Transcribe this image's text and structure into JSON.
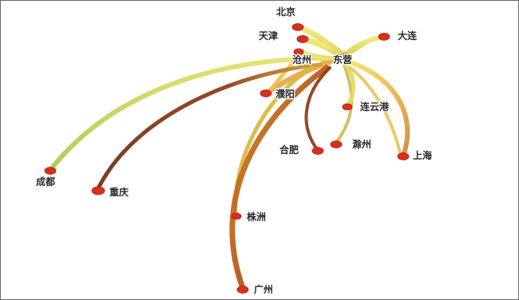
{
  "colors": {
    "node": "#d8301c",
    "flow_dark": "#8a2e12",
    "flow_mid": "#c86a18",
    "flow_light": "#e9e36a",
    "flow_green": "#a9c94a"
  },
  "cities": [
    {
      "id": "beijing",
      "label": "北京"
    },
    {
      "id": "tianjin",
      "label": "天津"
    },
    {
      "id": "dalian",
      "label": "大连"
    },
    {
      "id": "cangzhou",
      "label": "沧州"
    },
    {
      "id": "dongying",
      "label": "东营"
    },
    {
      "id": "puyang",
      "label": "濮阳"
    },
    {
      "id": "lianyungang",
      "label": "连云港"
    },
    {
      "id": "hefei",
      "label": "合肥"
    },
    {
      "id": "chuzhou",
      "label": "滁州"
    },
    {
      "id": "shanghai",
      "label": "上海"
    },
    {
      "id": "chengdu",
      "label": "成都"
    },
    {
      "id": "chongqing",
      "label": "重庆"
    },
    {
      "id": "zhuzhou",
      "label": "株洲"
    },
    {
      "id": "guangzhou",
      "label": "广州"
    }
  ]
}
